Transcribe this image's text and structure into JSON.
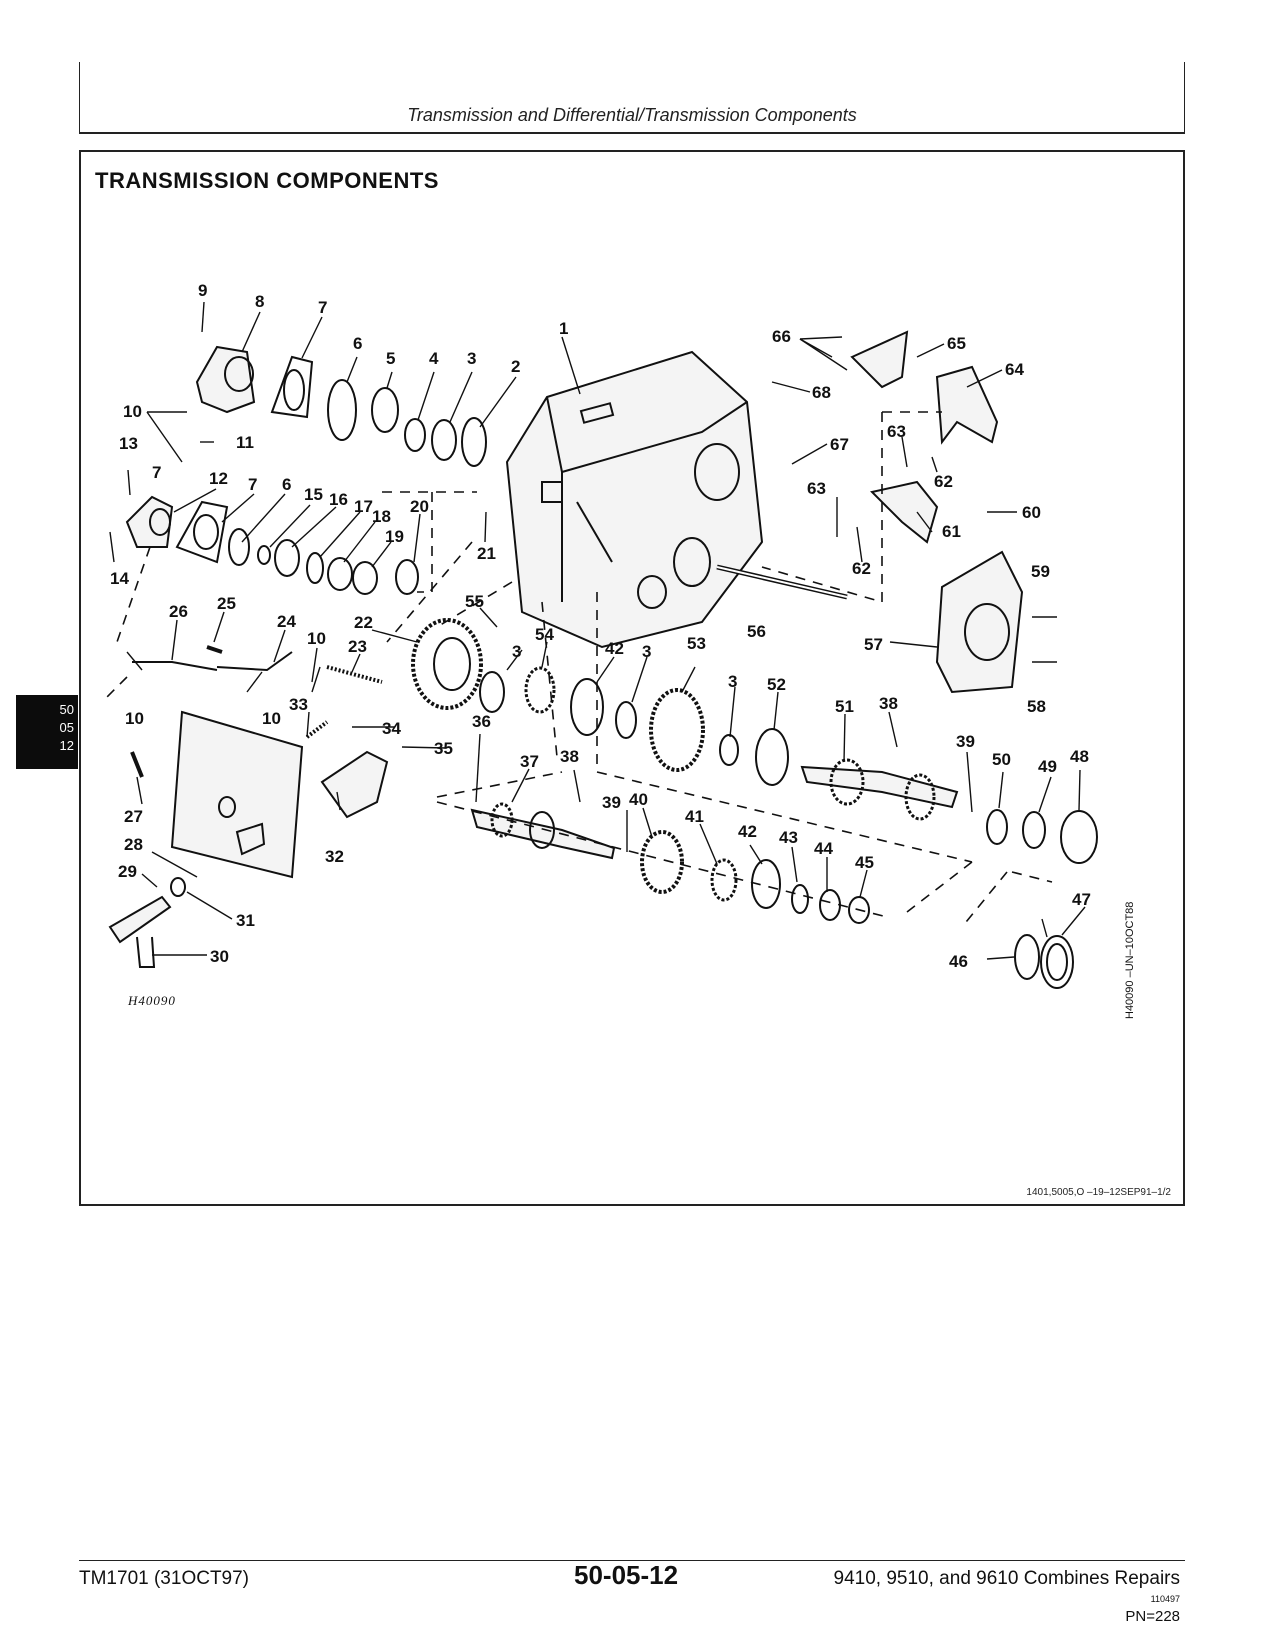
{
  "header": {
    "title": "Transmission and Differential/Transmission Components"
  },
  "section": {
    "title": "TRANSMISSION COMPONENTS"
  },
  "figure": {
    "code": "1401,5005,O   –19–12SEP91–1/2",
    "drawing_id": "H40090",
    "side_note": "H40090  –UN–10OCT88"
  },
  "callouts": [
    "1",
    "2",
    "3",
    "4",
    "5",
    "6",
    "7",
    "8",
    "9",
    "10",
    "11",
    "12",
    "13",
    "14",
    "15",
    "16",
    "17",
    "18",
    "19",
    "20",
    "21",
    "22",
    "23",
    "24",
    "25",
    "26",
    "27",
    "28",
    "29",
    "30",
    "31",
    "32",
    "33",
    "34",
    "35",
    "36",
    "37",
    "38",
    "39",
    "40",
    "41",
    "42",
    "43",
    "44",
    "45",
    "46",
    "47",
    "48",
    "49",
    "50",
    "51",
    "52",
    "53",
    "54",
    "55",
    "56",
    "57",
    "58",
    "59",
    "60",
    "61",
    "62",
    "63",
    "64",
    "65",
    "66",
    "67",
    "68"
  ],
  "side_tab": {
    "line1": "50",
    "line2": "05",
    "line3": "12"
  },
  "footer": {
    "left": "TM1701 (31OCT97)",
    "page": "50-05-12",
    "right": "9410, 9510, and 9610 Combines Repairs",
    "code": "110497",
    "pn": "PN=228"
  }
}
